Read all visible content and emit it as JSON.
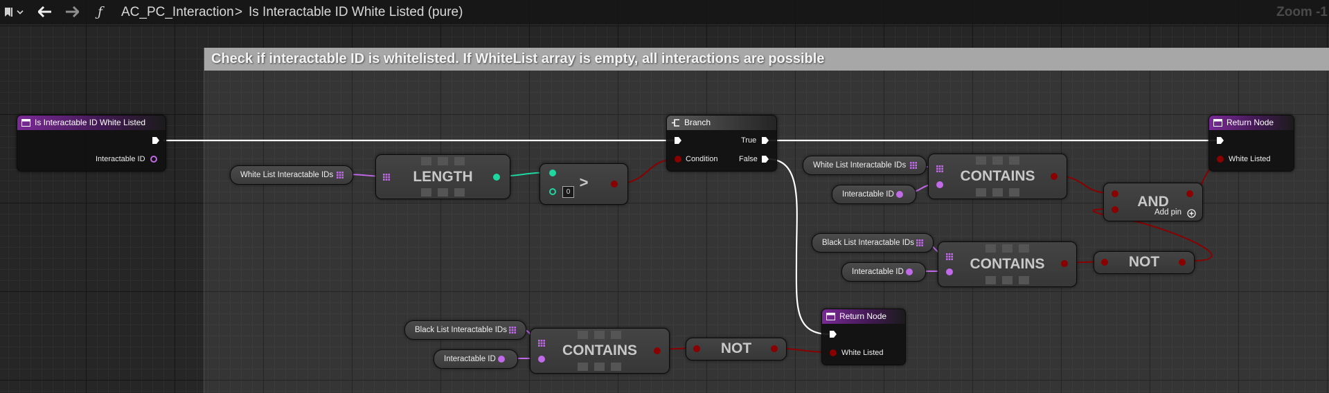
{
  "toolbar": {
    "function_glyph": "ƒ",
    "path_root": "AC_PC_Interaction",
    "separator": ">",
    "function_name": "Is Interactable ID White Listed (pure)",
    "zoom": "Zoom -1"
  },
  "comment": {
    "text": "Check if interactable ID is whitelisted. If WhiteList array is empty, all interactions are possible"
  },
  "nodes": {
    "entry": {
      "title": "Is Interactable ID White Listed",
      "param_label": "Interactable ID"
    },
    "white_list_var_1": {
      "label": "White List Interactable IDs"
    },
    "length": {
      "title": "LENGTH"
    },
    "greater": {
      "title": ">",
      "constant": "0"
    },
    "branch": {
      "title": "Branch",
      "condition": "Condition",
      "true_label": "True",
      "false_label": "False"
    },
    "white_list_var_2": {
      "label": "White List Interactable IDs"
    },
    "interactable_id_1": {
      "label": "Interactable ID"
    },
    "contains_1": {
      "title": "CONTAINS"
    },
    "and": {
      "title": "AND",
      "add_pin": "Add pin"
    },
    "return_1": {
      "title": "Return Node",
      "output": "White Listed"
    },
    "black_list_var_1": {
      "label": "Black List Interactable IDs"
    },
    "interactable_id_2": {
      "label": "Interactable ID"
    },
    "contains_2": {
      "title": "CONTAINS"
    },
    "not_1": {
      "title": "NOT"
    },
    "return_2": {
      "title": "Return Node",
      "output": "White Listed"
    },
    "black_list_var_2": {
      "label": "Black List Interactable IDs"
    },
    "interactable_id_3": {
      "label": "Interactable ID"
    },
    "contains_3": {
      "title": "CONTAINS"
    },
    "not_2": {
      "title": "NOT"
    }
  },
  "colors": {
    "exec_wire": "#ffffff",
    "bool_wire": "#8a0000",
    "int_wire": "#1fd7a0",
    "struct_wire": "#c06ae8",
    "function_header": "#7a2a96"
  }
}
